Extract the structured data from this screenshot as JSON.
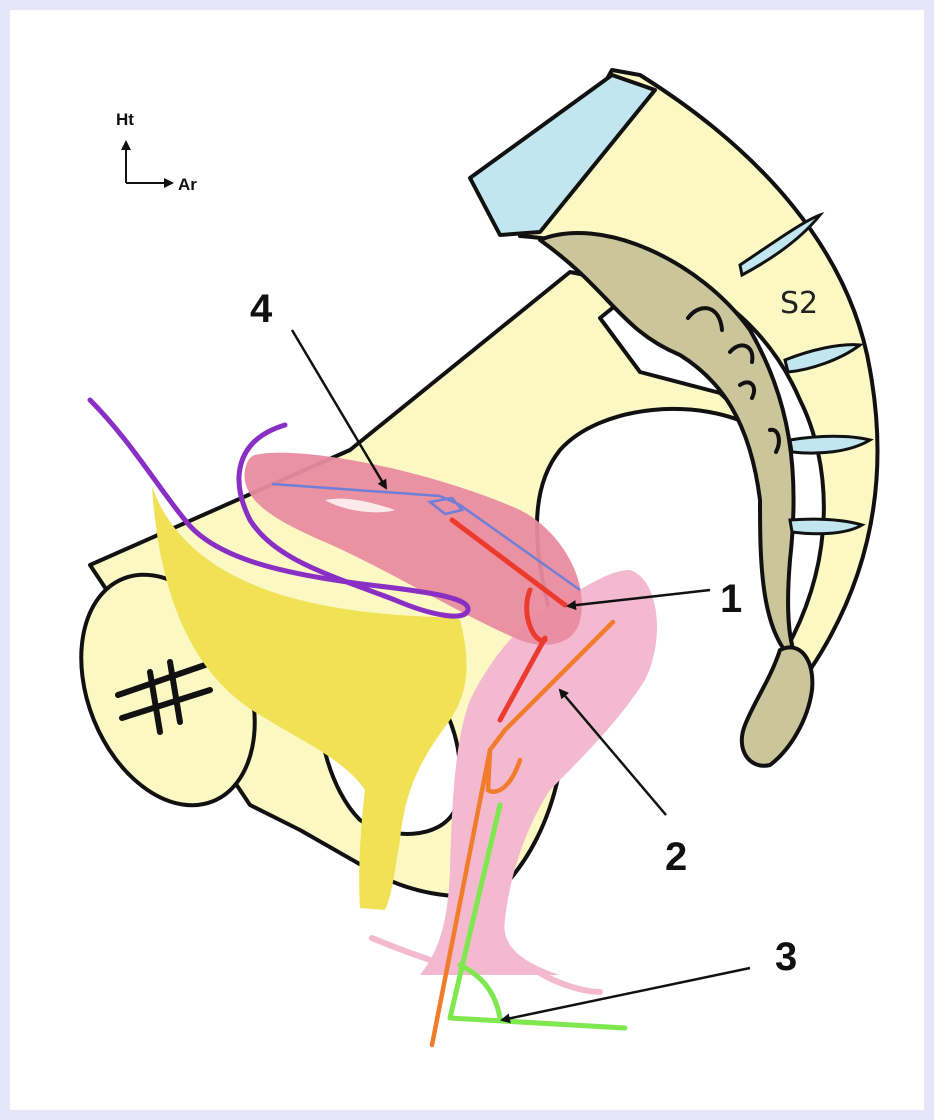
{
  "orientation": {
    "up_label": "Ht",
    "right_label": "Ar"
  },
  "vertebra_label": "S2",
  "callouts": {
    "one": "1",
    "two": "2",
    "three": "3",
    "four": "4"
  },
  "symphysis_mark": "#",
  "colors": {
    "bone": "#fbf8c4",
    "sacrum_inner": "#cbc59b",
    "disc": "#c2e6ef",
    "bladder": "#f0e155",
    "uterus": "#e98ba0",
    "vagina": "#f3b9cf",
    "peritoneum_line": "#8a2fc4",
    "red_line": "#ec3a2e",
    "orange_line": "#f07c2c",
    "green_line": "#7ee84e",
    "blue_line": "#6f7fd6"
  }
}
